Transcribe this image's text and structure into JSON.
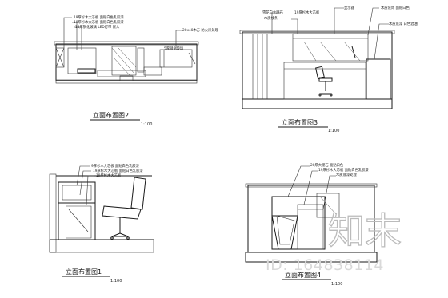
{
  "drawings": [
    {
      "title": "立面布置图2",
      "scale": "1:100",
      "notes": [
        "19厚杉木大芯板 面贴白色乳胶漆",
        "19厚杉木大芯板 面贴白色乳胶漆",
        "12厚钢化玻璃 LED灯带 嵌入",
        "20x40木方 防火漆处理",
        "5厚钢化玻璃"
      ]
    },
    {
      "title": "立面布置图3",
      "scale": "1:100",
      "notes": [
        "雪花白大理石",
        "木质线条",
        "19厚杉木大芯板",
        "显示器",
        "木质装饰 面贴白色",
        "木质底漆 白色混油"
      ]
    },
    {
      "title": "立面布置图1",
      "scale": "1:100",
      "notes": [
        "9厚杉木大芯板 面贴白色乳胶漆",
        "19厚杉木大芯板 面贴白色乳胶漆",
        "19厚杉木大芯板"
      ]
    },
    {
      "title": "立面布置图4",
      "scale": "1:100",
      "notes": [
        "20厚大理石 面贴白色",
        "19厚杉木大芯板 面贴白色乳胶漆",
        "木质底漆处理"
      ]
    }
  ],
  "watermark": {
    "text": "知末",
    "id": "ID: 164838114"
  }
}
